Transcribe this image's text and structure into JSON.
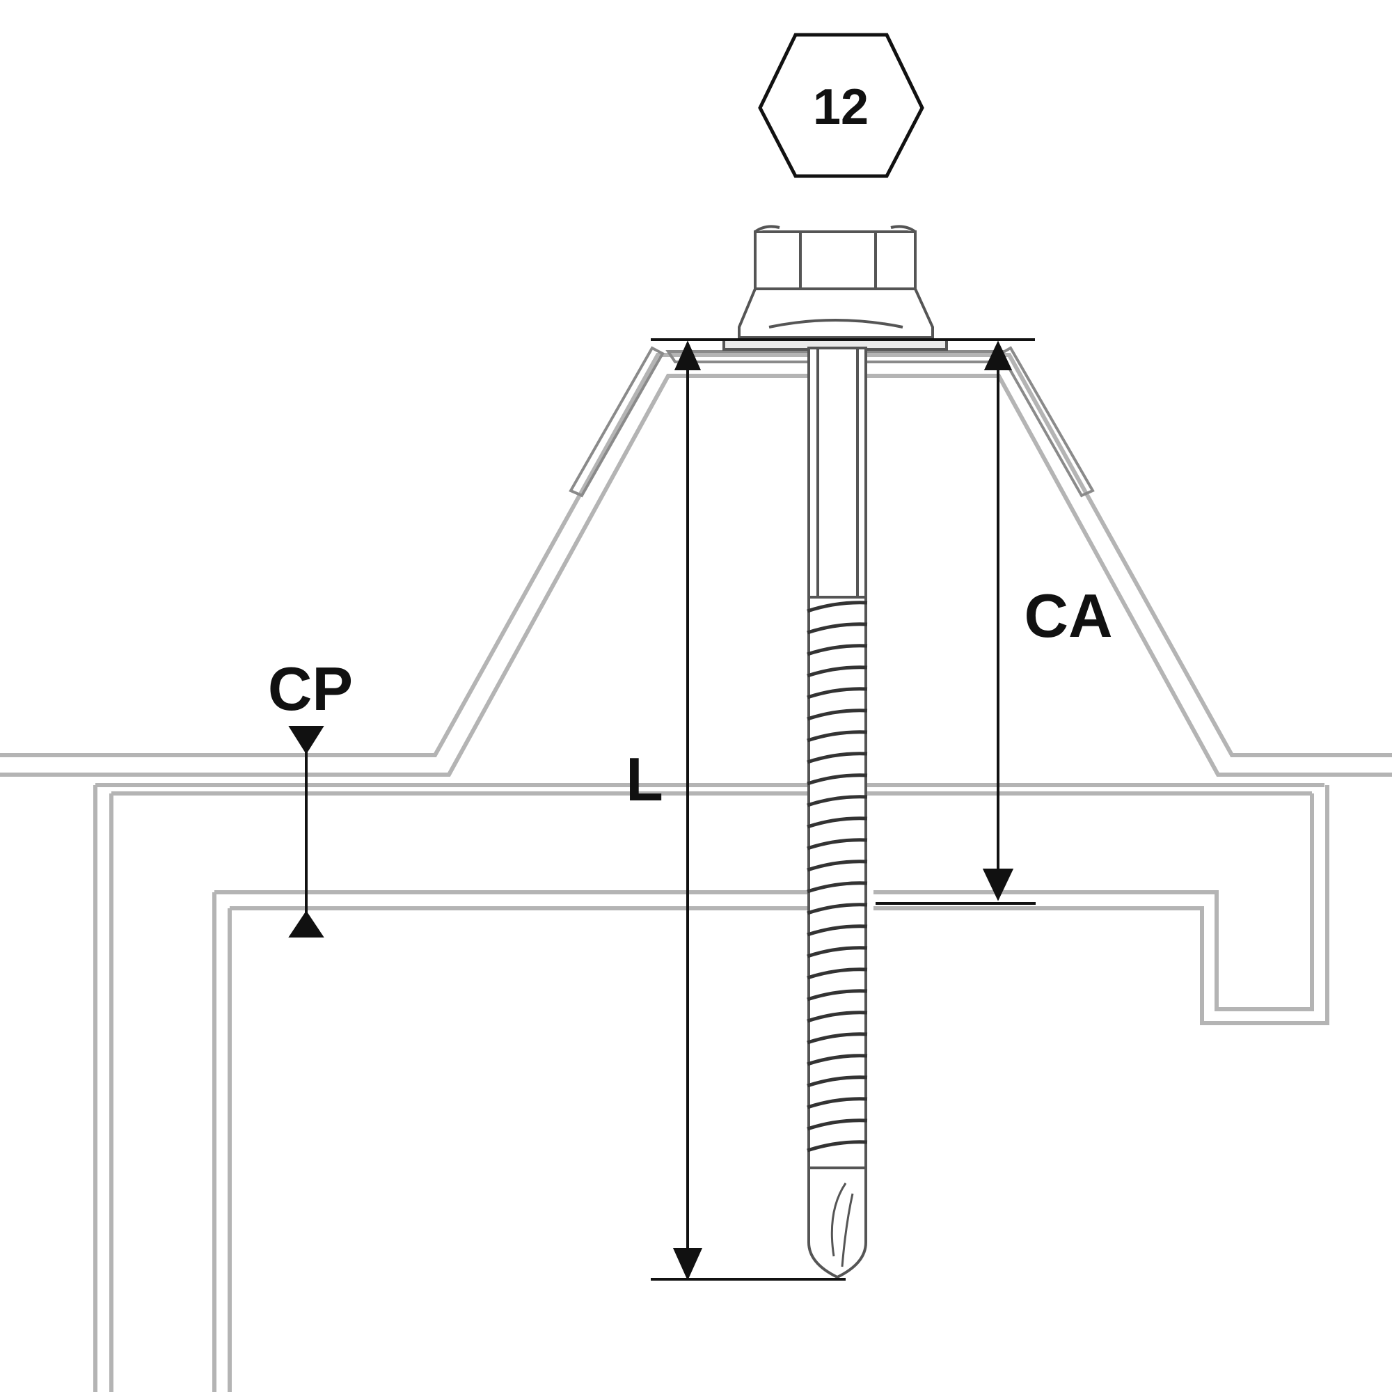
{
  "diagram": {
    "hex_size_label": "12",
    "dimensions": {
      "cp_label": "CP",
      "ca_label": "CA",
      "l_label": "L"
    },
    "colors": {
      "panel_outline": "#b4b4b4",
      "dimension_line": "#111111",
      "screw_outline": "#555555",
      "background": "#ffffff"
    },
    "icons": {
      "hex_badge": "hexagon-icon",
      "screw": "self-drilling-screw-icon"
    }
  }
}
